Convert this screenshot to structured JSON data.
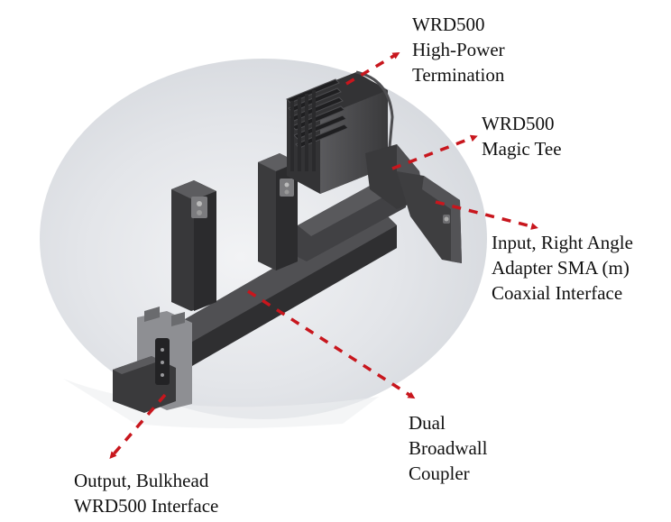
{
  "figure": {
    "subject": "WRD500 waveguide assembly 3D render",
    "arrow_color": "#c8161d",
    "background_disc_color": "#e4e6ea",
    "body_color": "#3c3c3e"
  },
  "callouts": [
    {
      "id": "termination",
      "lines": [
        "WRD500",
        "High-Power",
        "Termination"
      ]
    },
    {
      "id": "magic-tee",
      "lines": [
        "WRD500",
        "Magic Tee"
      ]
    },
    {
      "id": "input",
      "lines": [
        "Input, Right Angle",
        "Adapter SMA (m)",
        "Coaxial Interface"
      ]
    },
    {
      "id": "coupler",
      "lines": [
        "Dual",
        "Broadwall",
        "Coupler"
      ]
    },
    {
      "id": "output",
      "lines": [
        "Output, Bulkhead",
        "WRD500 Interface"
      ]
    }
  ]
}
